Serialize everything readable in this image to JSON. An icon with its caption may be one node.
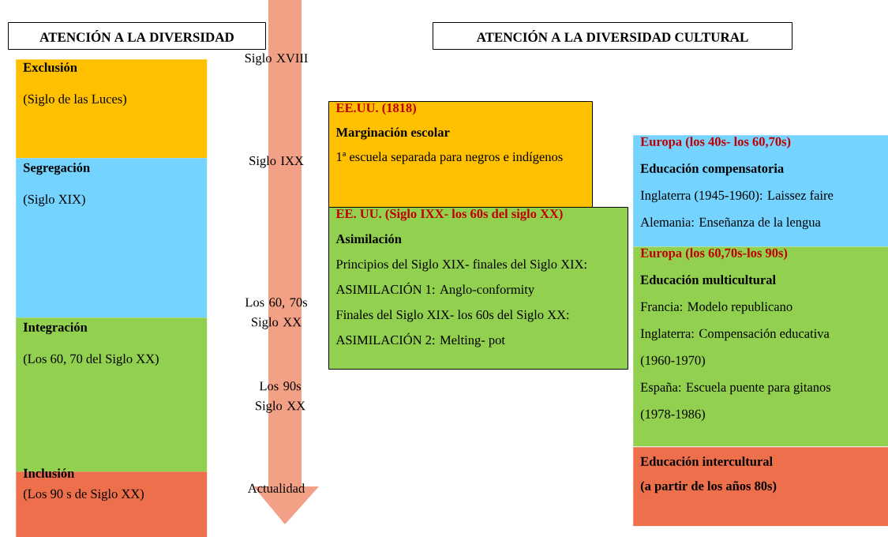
{
  "diagram": {
    "nodes": [
      {
        "text": [
          "ATENCIÓN A LA DIVERSIDAD"
        ]
      },
      {
        "text": [
          "ATENCIÓN A LA DIVERSIDAD CULTURAL"
        ]
      },
      {
        "text": [
          "Exclusión",
          "(Siglo de las Luces)"
        ]
      },
      {
        "text": [
          "Segregación",
          "(Siglo XIX)"
        ]
      },
      {
        "text": [
          "Integración",
          "(Los 60, 70 del Siglo XX)"
        ]
      },
      {
        "text": [
          "Inclusión",
          "(Los 90 s de Siglo XX)"
        ]
      },
      {
        "text": [
          "EE.UU. (1818)",
          "Marginación escolar",
          "1ª escuela separada para negros e indígenos"
        ]
      },
      {
        "text": [
          "EE. UU. (Siglo IXX- los 60s del siglo XX)",
          "Asimilación",
          "Principios del Siglo XIX- finales del Siglo XIX:",
          "ASIMILACIÓN 1: Anglo-conformity",
          "Finales del Siglo XIX- los 60s del Siglo XX:",
          "ASIMILACIÓN 2: Melting- pot"
        ]
      },
      {
        "text": [
          "Europa (los 40s- los 60,70s)",
          "Educación compensatoria",
          "Inglaterra (1945-1960): Laissez faire",
          "Alemania: Enseñanza de la lengua"
        ]
      },
      {
        "text": [
          "Europa (los 60,70s-los 90s)",
          "Educación multicultural",
          "Francia: Modelo republicano",
          "Inglaterra: Compensación educativa (1960-1970)",
          "España: Escuela puente para gitanos (1978-1986)"
        ]
      },
      {
        "text": [
          "Educación intercultural",
          "(a partir de los años 80s)"
        ]
      }
    ],
    "labels": [
      "Siglo XVIII",
      "Siglo IXX",
      "Los 60, 70s Siglo XX",
      "Los 90s Siglo XX",
      "Actualidad"
    ]
  }
}
